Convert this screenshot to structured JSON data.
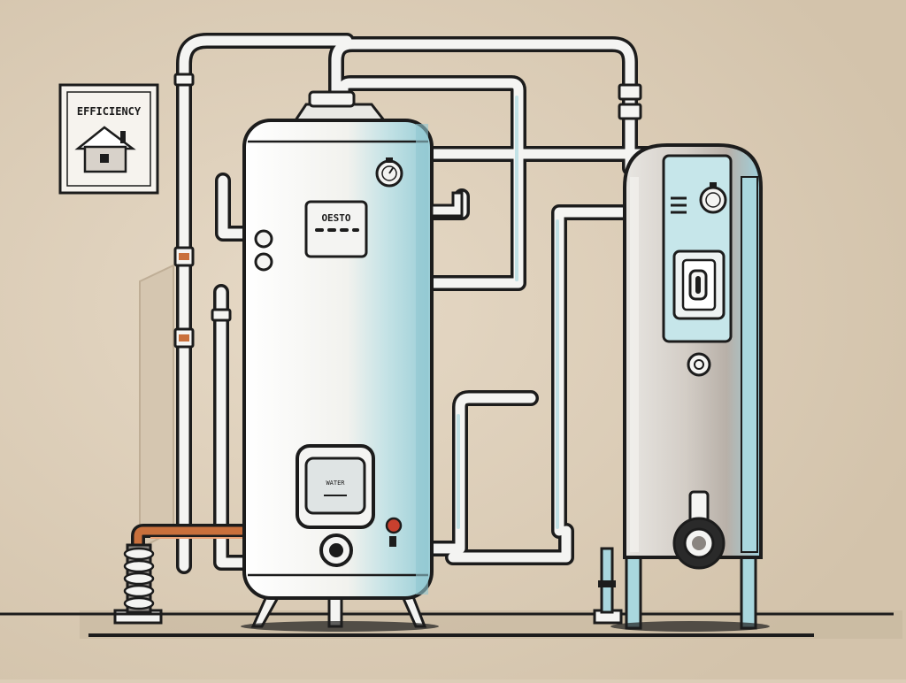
{
  "sign": {
    "text": "EFFICIENCY"
  },
  "tank": {
    "label": "OESTO"
  },
  "panel": {
    "text": "WATER"
  },
  "colors": {
    "wall": "#dccdb7",
    "tank_body": "#f2f2ee",
    "tank_blue": "#a9d7de",
    "pipe": "#f4f4f2",
    "outline": "#1c1c1c",
    "valve_red": "#c8402e",
    "copper": "#c9703c"
  },
  "icons": [
    "house-icon",
    "gauge-icon",
    "valve-icon",
    "burner-icon"
  ]
}
